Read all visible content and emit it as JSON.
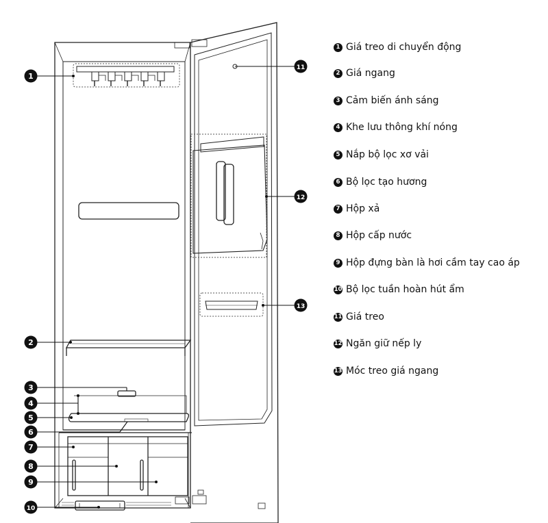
{
  "legend": [
    {
      "num": "1",
      "label": "Giá treo di chuyển động"
    },
    {
      "num": "2",
      "label": "Giá ngang"
    },
    {
      "num": "3",
      "label": "Cảm biến ánh sáng"
    },
    {
      "num": "4",
      "label": "Khe lưu thông khí nóng"
    },
    {
      "num": "5",
      "label": "Nắp bộ lọc xơ vải"
    },
    {
      "num": "6",
      "label": "Bộ lọc tạo hương"
    },
    {
      "num": "7",
      "label": "Hộp xả"
    },
    {
      "num": "8",
      "label": "Hộp cấp nước"
    },
    {
      "num": "9",
      "label": "Hộp đựng bàn là hơi cầm tay cao áp"
    },
    {
      "num": "10",
      "label": "Bộ lọc tuần hoàn hút ẩm"
    },
    {
      "num": "11",
      "label": "Giá treo"
    },
    {
      "num": "12",
      "label": "Ngăn giữ nếp ly"
    },
    {
      "num": "13",
      "label": "Móc treo giá ngang"
    }
  ],
  "callouts": {
    "c1": "1",
    "c2": "2",
    "c3": "3",
    "c4": "4",
    "c5": "5",
    "c6": "6",
    "c7": "7",
    "c8": "8",
    "c9": "9",
    "c10": "10",
    "c11": "11",
    "c12": "12",
    "c13": "13"
  },
  "colors": {
    "line": "#222222",
    "badge": "#111111",
    "badge_text": "#ffffff",
    "dotted": "#555555"
  }
}
